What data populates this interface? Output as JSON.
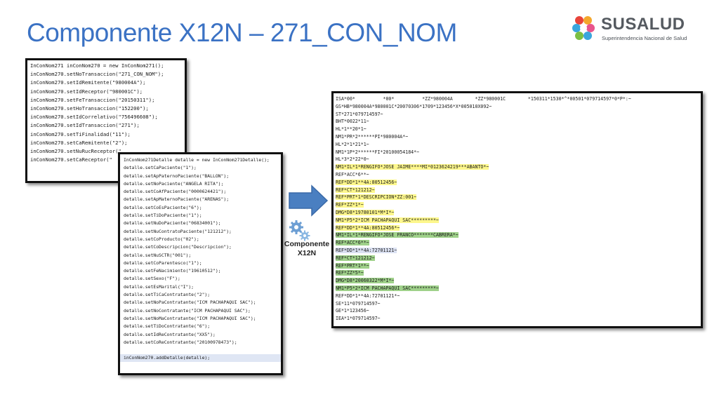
{
  "slide": {
    "title": "Componente X12N – 271_CON_NOM",
    "component_label_1": "Componente",
    "component_label_2": "X12N"
  },
  "logo": {
    "name": "SUSALUD",
    "tagline": "Superintendencia Nacional de Salud",
    "colors": [
      "#e8443a",
      "#f4a72c",
      "#3aa6dd",
      "#e9558c",
      "#7bbf44"
    ]
  },
  "colors": {
    "title": "#3b72c4",
    "arrow": "#4a7fc1",
    "highlight_yellow": "#fdf78c",
    "highlight_green": "#9fd18a",
    "highlight_blue": "#dbe1f2"
  },
  "code_header": {
    "lines": [
      "InConNom271 inConNom270 = new InConNom271();",
      "inConNom270.setNoTransaccion(\"271_CON_NOM\");",
      "inConNom270.setIdRemitente(\"980004A\");",
      "inConNom270.setIdReceptor(\"980001C\");",
      "inConNom270.setFeTransaccion(\"20150311\");",
      "inConNom270.setHoTransaccion(\"152200\");",
      "inConNom270.setIdCorrelativo(\"756496608\");",
      "inConNom270.setIdTransaccion(\"271\");",
      "inConNom270.setTiFinalidad(\"11\");",
      "inConNom270.setCaRemitente(\"2\");",
      "inConNom270.setNuRucReceptor(\"",
      "inConNom270.setCaReceptor(\""
    ]
  },
  "code_detail": {
    "lines": [
      "InConNom271Detalle detalle = new InConNom271Detalle();",
      "detalle.setCaPaciente(\"1\");",
      "detalle.setApPaternoPaciente(\"BALLON\");",
      "detalle.setNoPaciente(\"ANGELA RITA\");",
      "detalle.setCoAfPaciente(\"0000624421\");",
      "detalle.setApMaternoPaciente(\"ARENAS\");",
      "detalle.setCoEsPaciente(\"6\");",
      "detalle.setTiDoPaciente(\"1\");",
      "detalle.setNuDoPaciente(\"06834001\");",
      "detalle.setNuContratoPaciente(\"121212\");",
      "detalle.setCoProducto(\"02\");",
      "detalle.setCoDescripcion(\"Descripcion\");",
      "detalle.setNuSCTR(\"001\");",
      "detalle.setCoParentesco(\"1\");",
      "detalle.setFeNacimiento(\"19610512\");",
      "detalle.setSexo(\"F\");",
      "detalle.setEsMarital(\"I\");",
      "detalle.setTiCaContratante(\"2\");",
      "detalle.setNoPaContratante(\"ICM PACHAPAQUI SAC\");",
      "detalle.setNoContratante(\"ICM PACHAPAQUI SAC\");",
      "detalle.setNoMaContratante(\"ICM PACHAPAQUI SAC\");",
      "detalle.setTiDoContratante(\"6\");",
      "detalle.setIdReContratante(\"XX5\");",
      "detalle.setCoReContratante(\"20100978473\");"
    ],
    "final_line": "inConNom270.addDetalle(detalle);"
  },
  "x12_output": {
    "lines": [
      {
        "text": "ISA*00*          *00*          *ZZ*980004A        *ZZ*980001C        *150311*1530*^*00501*079714597*0*P*:~",
        "hl": ""
      },
      {
        "text": "GS*HB*980004A*980001C*20070306*1709*123456*X*005010X092~",
        "hl": ""
      },
      {
        "text": "ST*271*079714597~",
        "hl": ""
      },
      {
        "text": "BHT*0022*11~",
        "hl": ""
      },
      {
        "text": "HL*1**20*1~",
        "hl": ""
      },
      {
        "text": "NM1*PR*2******PI*980004A*~",
        "hl": ""
      },
      {
        "text": "HL*2*1*21*1~",
        "hl": ""
      },
      {
        "text": "NM1*1P*2******FI*20100054184*~",
        "hl": ""
      },
      {
        "text": "HL*3*2*22*0~",
        "hl": ""
      },
      {
        "text": "NM1*IL*1*RENGIFO*JOSE JAIME****MI*0123624219***ABANTO*~",
        "hl": "y"
      },
      {
        "text": "REF*ACC*6**~",
        "hl": ""
      },
      {
        "text": "REF*DD*1**4A:80512456~",
        "hl": "y"
      },
      {
        "text": "REF*CT*121212~",
        "hl": "y"
      },
      {
        "text": "REF*PRT*1*DESCRIPCION*ZZ:001~",
        "hl": "y"
      },
      {
        "text": "REF*ZZ*1*~",
        "hl": "y"
      },
      {
        "text": "DMG*D8*19780101*M*I*~",
        "hl": "y"
      },
      {
        "text": "NM1*P5*2*ICM PACHAPAQUI SAC*********~",
        "hl": "y"
      },
      {
        "text": "REF*DD*1**4A:80512456*~",
        "hl": "y"
      },
      {
        "text": "NM1*IL*1*RENGIFO*JOSE FRANCO*******CABRERA*~",
        "hl": "g"
      },
      {
        "text": "REF*ACC*6**~",
        "hl": "g"
      },
      {
        "text": "REF*DD*1**4A:72701121~",
        "hl": "b"
      },
      {
        "text": "REF*CT*121212~",
        "hl": "g"
      },
      {
        "text": "REF*PRT*1**~",
        "hl": "g"
      },
      {
        "text": "REF*ZZ*5*~",
        "hl": "g"
      },
      {
        "text": "DMG*D8*20060322*M*I*~",
        "hl": "g"
      },
      {
        "text": "NM1*P5*2*ICM PACHAPAQUI SAC*********~",
        "hl": "g"
      },
      {
        "text": "REF*DD*1**4A:72701121*~",
        "hl": ""
      },
      {
        "text": "SE*11*079714597~",
        "hl": ""
      },
      {
        "text": "GE*1*123456~",
        "hl": ""
      },
      {
        "text": "IEA*1*079714597~",
        "hl": ""
      }
    ]
  }
}
